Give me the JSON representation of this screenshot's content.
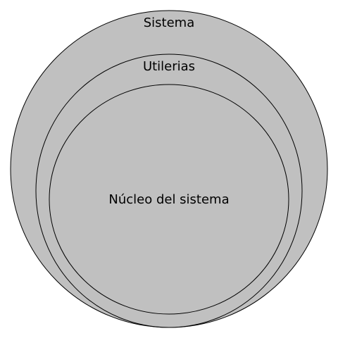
{
  "diagram": {
    "layers": [
      {
        "id": "sistema",
        "label": "Sistema"
      },
      {
        "id": "utilerias",
        "label": "Utilerias"
      },
      {
        "id": "nucleo",
        "label": "Núcleo del sistema"
      }
    ]
  },
  "colors": {
    "fill": "#c0c0c0",
    "stroke": "#000000",
    "background": "#ffffff"
  }
}
